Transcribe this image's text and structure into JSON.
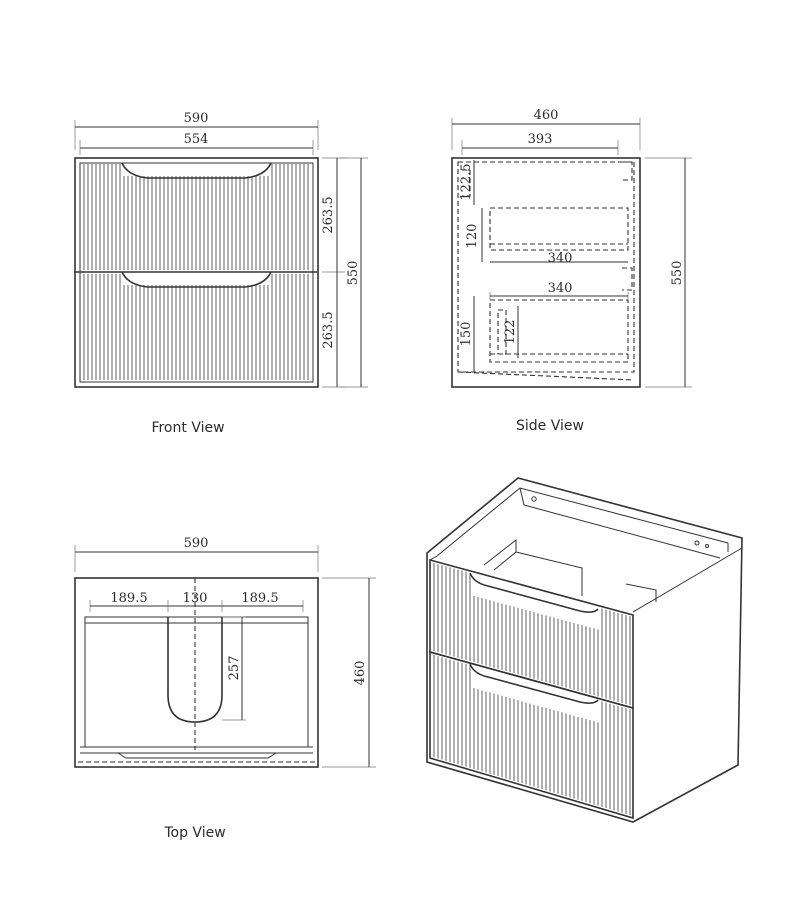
{
  "front_view": {
    "caption": "Front View",
    "overall_width": "590",
    "inner_width": "554",
    "upper_drawer_height": "263.5",
    "lower_drawer_height": "263.5",
    "overall_height": "550"
  },
  "side_view": {
    "caption": "Side View",
    "overall_depth": "460",
    "inner_depth": "393",
    "top_gap": "122.5",
    "upper_drawer_box_height": "120",
    "upper_drawer_box_depth": "340",
    "lower_drawer_box_depth": "340",
    "lower_drawer_front_height": "150",
    "lower_drawer_box_height": "122",
    "overall_height": "550"
  },
  "top_view": {
    "caption": "Top View",
    "overall_width": "590",
    "left_offset": "189.5",
    "cutout_width": "130",
    "right_offset": "189.5",
    "cutout_depth": "257",
    "overall_depth": "460"
  },
  "perspective_view": {
    "caption": ""
  },
  "colors": {
    "line": "#333333",
    "background": "#ffffff"
  }
}
